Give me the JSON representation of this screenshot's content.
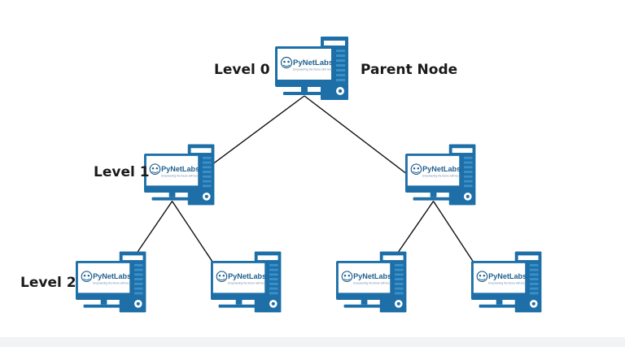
{
  "labels": {
    "level0": "Level 0",
    "level1": "Level 1",
    "level2": "Level 2",
    "parent": "Parent Node"
  },
  "brand": {
    "name": "PyNetLabs",
    "tagline": "Empowering the future with tech"
  },
  "colors": {
    "tower": "#1e6fa8",
    "tower_light": "#3a91c9",
    "monitor_frame": "#1e6fa8",
    "screen": "#ffffff",
    "brand_text": "#1f5f8f",
    "edge": "#111111"
  },
  "nodes": [
    {
      "id": "root",
      "level": 0
    },
    {
      "id": "l1-left",
      "level": 1
    },
    {
      "id": "l1-right",
      "level": 1
    },
    {
      "id": "l2-a",
      "level": 2
    },
    {
      "id": "l2-b",
      "level": 2
    },
    {
      "id": "l2-c",
      "level": 2
    },
    {
      "id": "l2-d",
      "level": 2
    }
  ],
  "edges": [
    [
      "root",
      "l1-left"
    ],
    [
      "root",
      "l1-right"
    ],
    [
      "l1-left",
      "l2-a"
    ],
    [
      "l1-left",
      "l2-b"
    ],
    [
      "l1-right",
      "l2-c"
    ],
    [
      "l1-right",
      "l2-d"
    ]
  ]
}
